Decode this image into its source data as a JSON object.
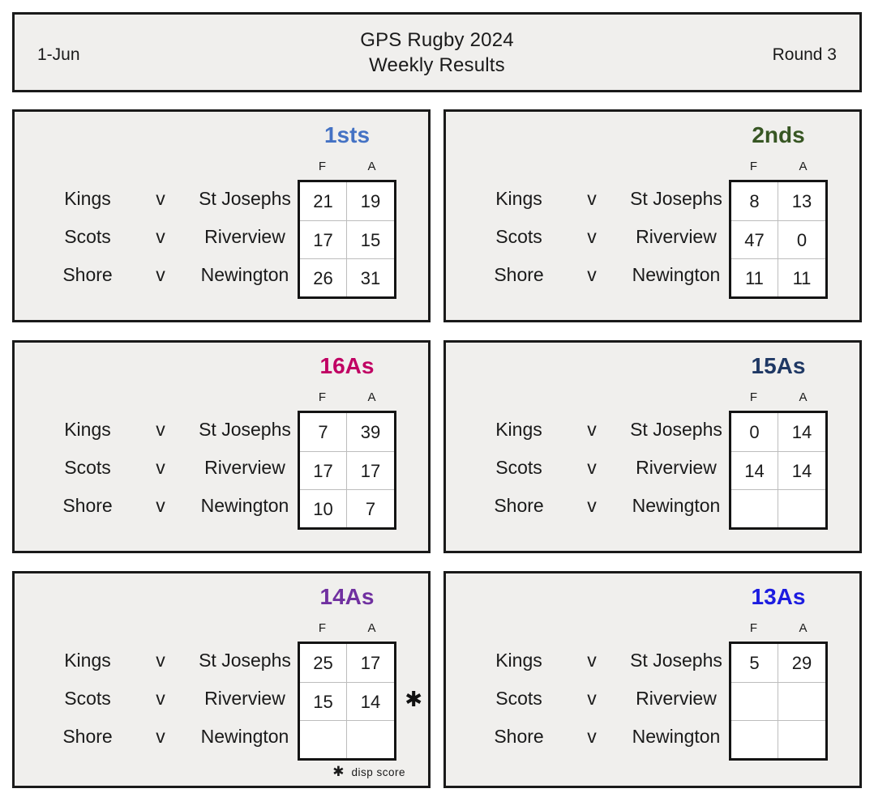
{
  "header": {
    "date": "1-Jun",
    "title_line1": "GPS Rugby 2024",
    "title_line2": "Weekly Results",
    "round": "Round 3"
  },
  "score_table": {
    "col_headers": [
      "F",
      "A"
    ]
  },
  "vs_label": "v",
  "footnote": {
    "symbol": "✱",
    "text": "disp score"
  },
  "panels": [
    {
      "title": "1sts",
      "title_color": "#4472C4",
      "matches": [
        {
          "home": "Kings",
          "away": "St Josephs",
          "f": "21",
          "a": "19"
        },
        {
          "home": "Scots",
          "away": "Riverview",
          "f": "17",
          "a": "15"
        },
        {
          "home": "Shore",
          "away": "Newington",
          "f": "26",
          "a": "31"
        }
      ]
    },
    {
      "title": "2nds",
      "title_color": "#375623",
      "matches": [
        {
          "home": "Kings",
          "away": "St Josephs",
          "f": "8",
          "a": "13"
        },
        {
          "home": "Scots",
          "away": "Riverview",
          "f": "47",
          "a": "0"
        },
        {
          "home": "Shore",
          "away": "Newington",
          "f": "11",
          "a": "11"
        }
      ]
    },
    {
      "title": "16As",
      "title_color": "#C00063",
      "matches": [
        {
          "home": "Kings",
          "away": "St Josephs",
          "f": "7",
          "a": "39"
        },
        {
          "home": "Scots",
          "away": "Riverview",
          "f": "17",
          "a": "17"
        },
        {
          "home": "Shore",
          "away": "Newington",
          "f": "10",
          "a": "7"
        }
      ]
    },
    {
      "title": "15As",
      "title_color": "#1F3864",
      "matches": [
        {
          "home": "Kings",
          "away": "St Josephs",
          "f": "0",
          "a": "14"
        },
        {
          "home": "Scots",
          "away": "Riverview",
          "f": "14",
          "a": "14"
        },
        {
          "home": "Shore",
          "away": "Newington",
          "f": "",
          "a": ""
        }
      ]
    },
    {
      "title": "14As",
      "title_color": "#7030A0",
      "matches": [
        {
          "home": "Kings",
          "away": "St Josephs",
          "f": "25",
          "a": "17"
        },
        {
          "home": "Scots",
          "away": "Riverview",
          "f": "15",
          "a": "14",
          "marker": "✱"
        },
        {
          "home": "Shore",
          "away": "Newington",
          "f": "",
          "a": ""
        }
      ]
    },
    {
      "title": "13As",
      "title_color": "#1C1CE0",
      "matches": [
        {
          "home": "Kings",
          "away": "St Josephs",
          "f": "5",
          "a": "29"
        },
        {
          "home": "Scots",
          "away": "Riverview",
          "f": "",
          "a": ""
        },
        {
          "home": "Shore",
          "away": "Newington",
          "f": "",
          "a": ""
        }
      ]
    }
  ]
}
